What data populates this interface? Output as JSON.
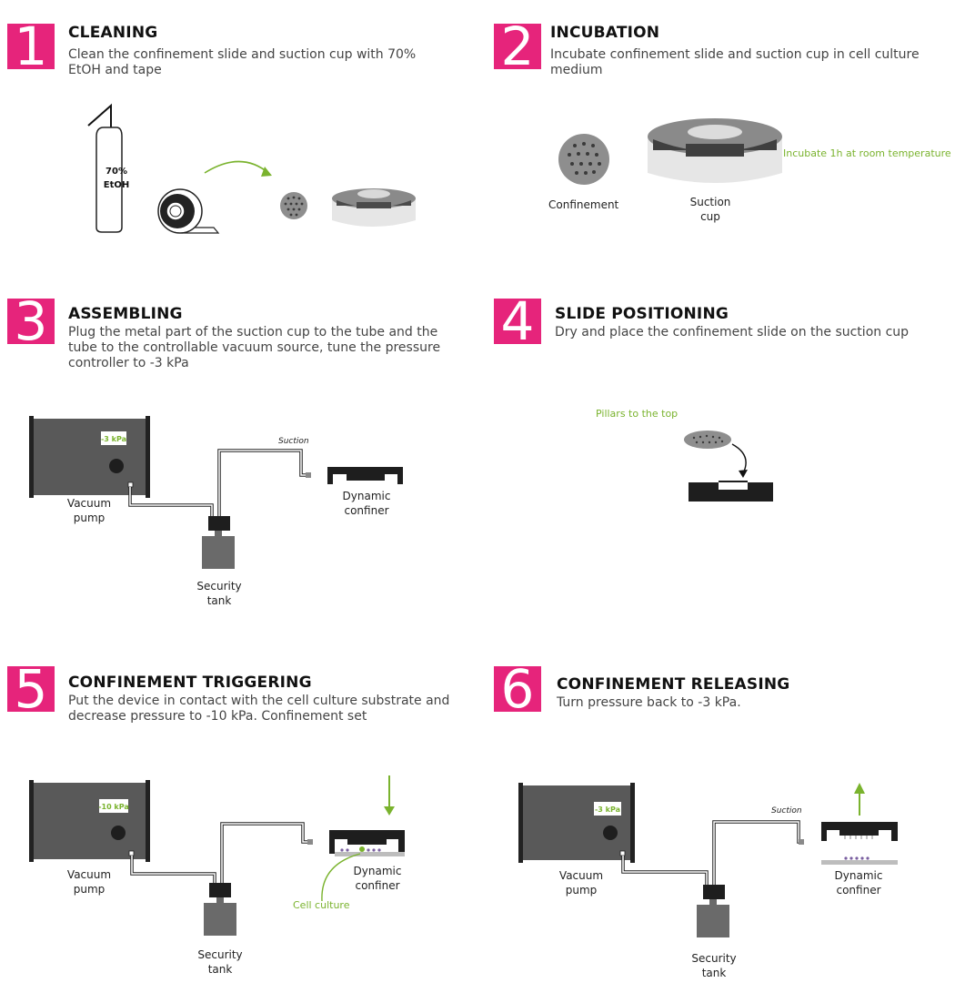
{
  "colors": {
    "accent": "#e6247b",
    "green": "#7ab32e",
    "device": "#595959",
    "dark": "#222222"
  },
  "steps": [
    {
      "number": "1",
      "title": "CLEANING",
      "desc_line1": "Clean the confinement slide and suction cup with 70%",
      "desc_line2": "EtOH and tape",
      "bottle_line1": "70%",
      "bottle_line2": "EtOH"
    },
    {
      "number": "2",
      "title": "INCUBATION",
      "desc_line1": "Incubate confinement slide and suction cup in cell culture",
      "desc_line2": "medium",
      "note": "Incubate 1h at room temperature",
      "label_confinement": "Confinement",
      "label_cup_line1": "Suction",
      "label_cup_line2": "cup"
    },
    {
      "number": "3",
      "title": "ASSEMBLING",
      "desc_line1": "Plug the metal part of the suction cup to the tube and the",
      "desc_line2": "tube to the controllable vacuum source, tune the pressure",
      "desc_line3": "controller to -3 kPa",
      "screen": "-3 kPa",
      "suction": "Suction",
      "pump_line1": "Vacuum",
      "pump_line2": "pump",
      "tank_line1": "Security",
      "tank_line2": "tank",
      "confiner_line1": "Dynamic",
      "confiner_line2": "confiner"
    },
    {
      "number": "4",
      "title": "SLIDE POSITIONING",
      "desc_line1": "Dry and place the confinement slide on the suction cup",
      "note": "Pillars to the top"
    },
    {
      "number": "5",
      "title": "CONFINEMENT TRIGGERING",
      "desc_line1": "Put the device in contact with the cell culture substrate and",
      "desc_line2": "decrease pressure to -10 kPa. Confinement set",
      "screen": "-10 kPa",
      "pump_line1": "Vacuum",
      "pump_line2": "pump",
      "tank_line1": "Security",
      "tank_line2": "tank",
      "confiner_line1": "Dynamic",
      "confiner_line2": "confiner",
      "cell_culture": "Cell culture"
    },
    {
      "number": "6",
      "title": "CONFINEMENT RELEASING",
      "desc_line1": "Turn pressure back to -3 kPa.",
      "screen": "-3 kPa",
      "suction": "Suction",
      "pump_line1": "Vacuum",
      "pump_line2": "pump",
      "tank_line1": "Security",
      "tank_line2": "tank",
      "confiner_line1": "Dynamic",
      "confiner_line2": "confiner"
    }
  ]
}
